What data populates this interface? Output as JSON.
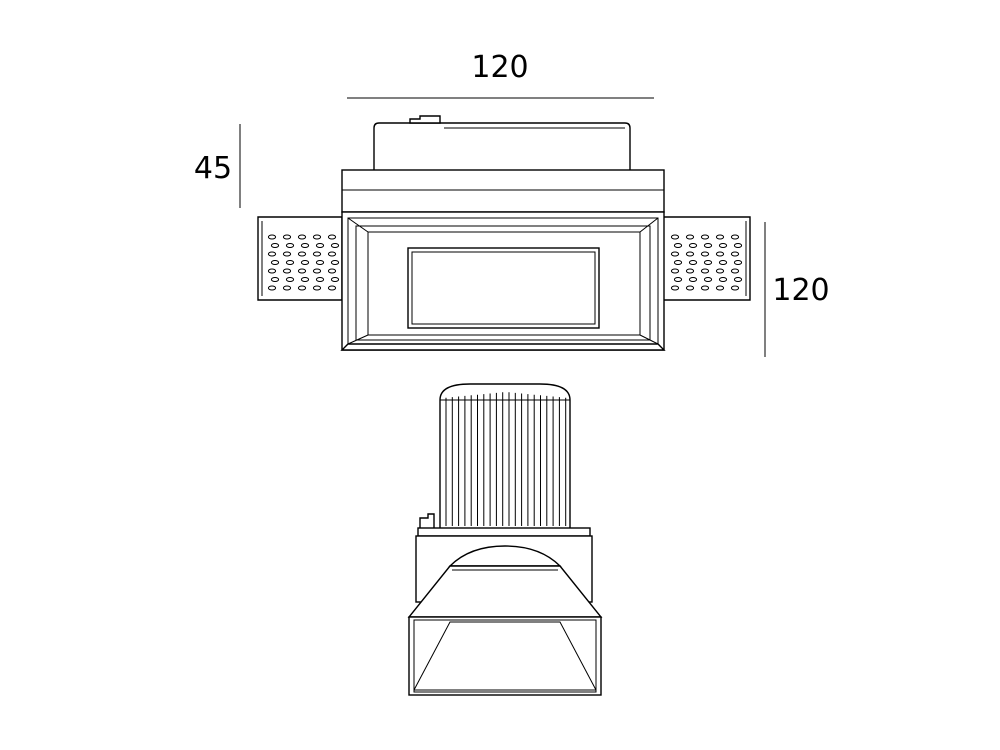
{
  "dimensions": {
    "width_top": "120",
    "height_left": "45",
    "height_right": "120"
  },
  "colors": {
    "line": "#000000",
    "background": "#ffffff"
  }
}
